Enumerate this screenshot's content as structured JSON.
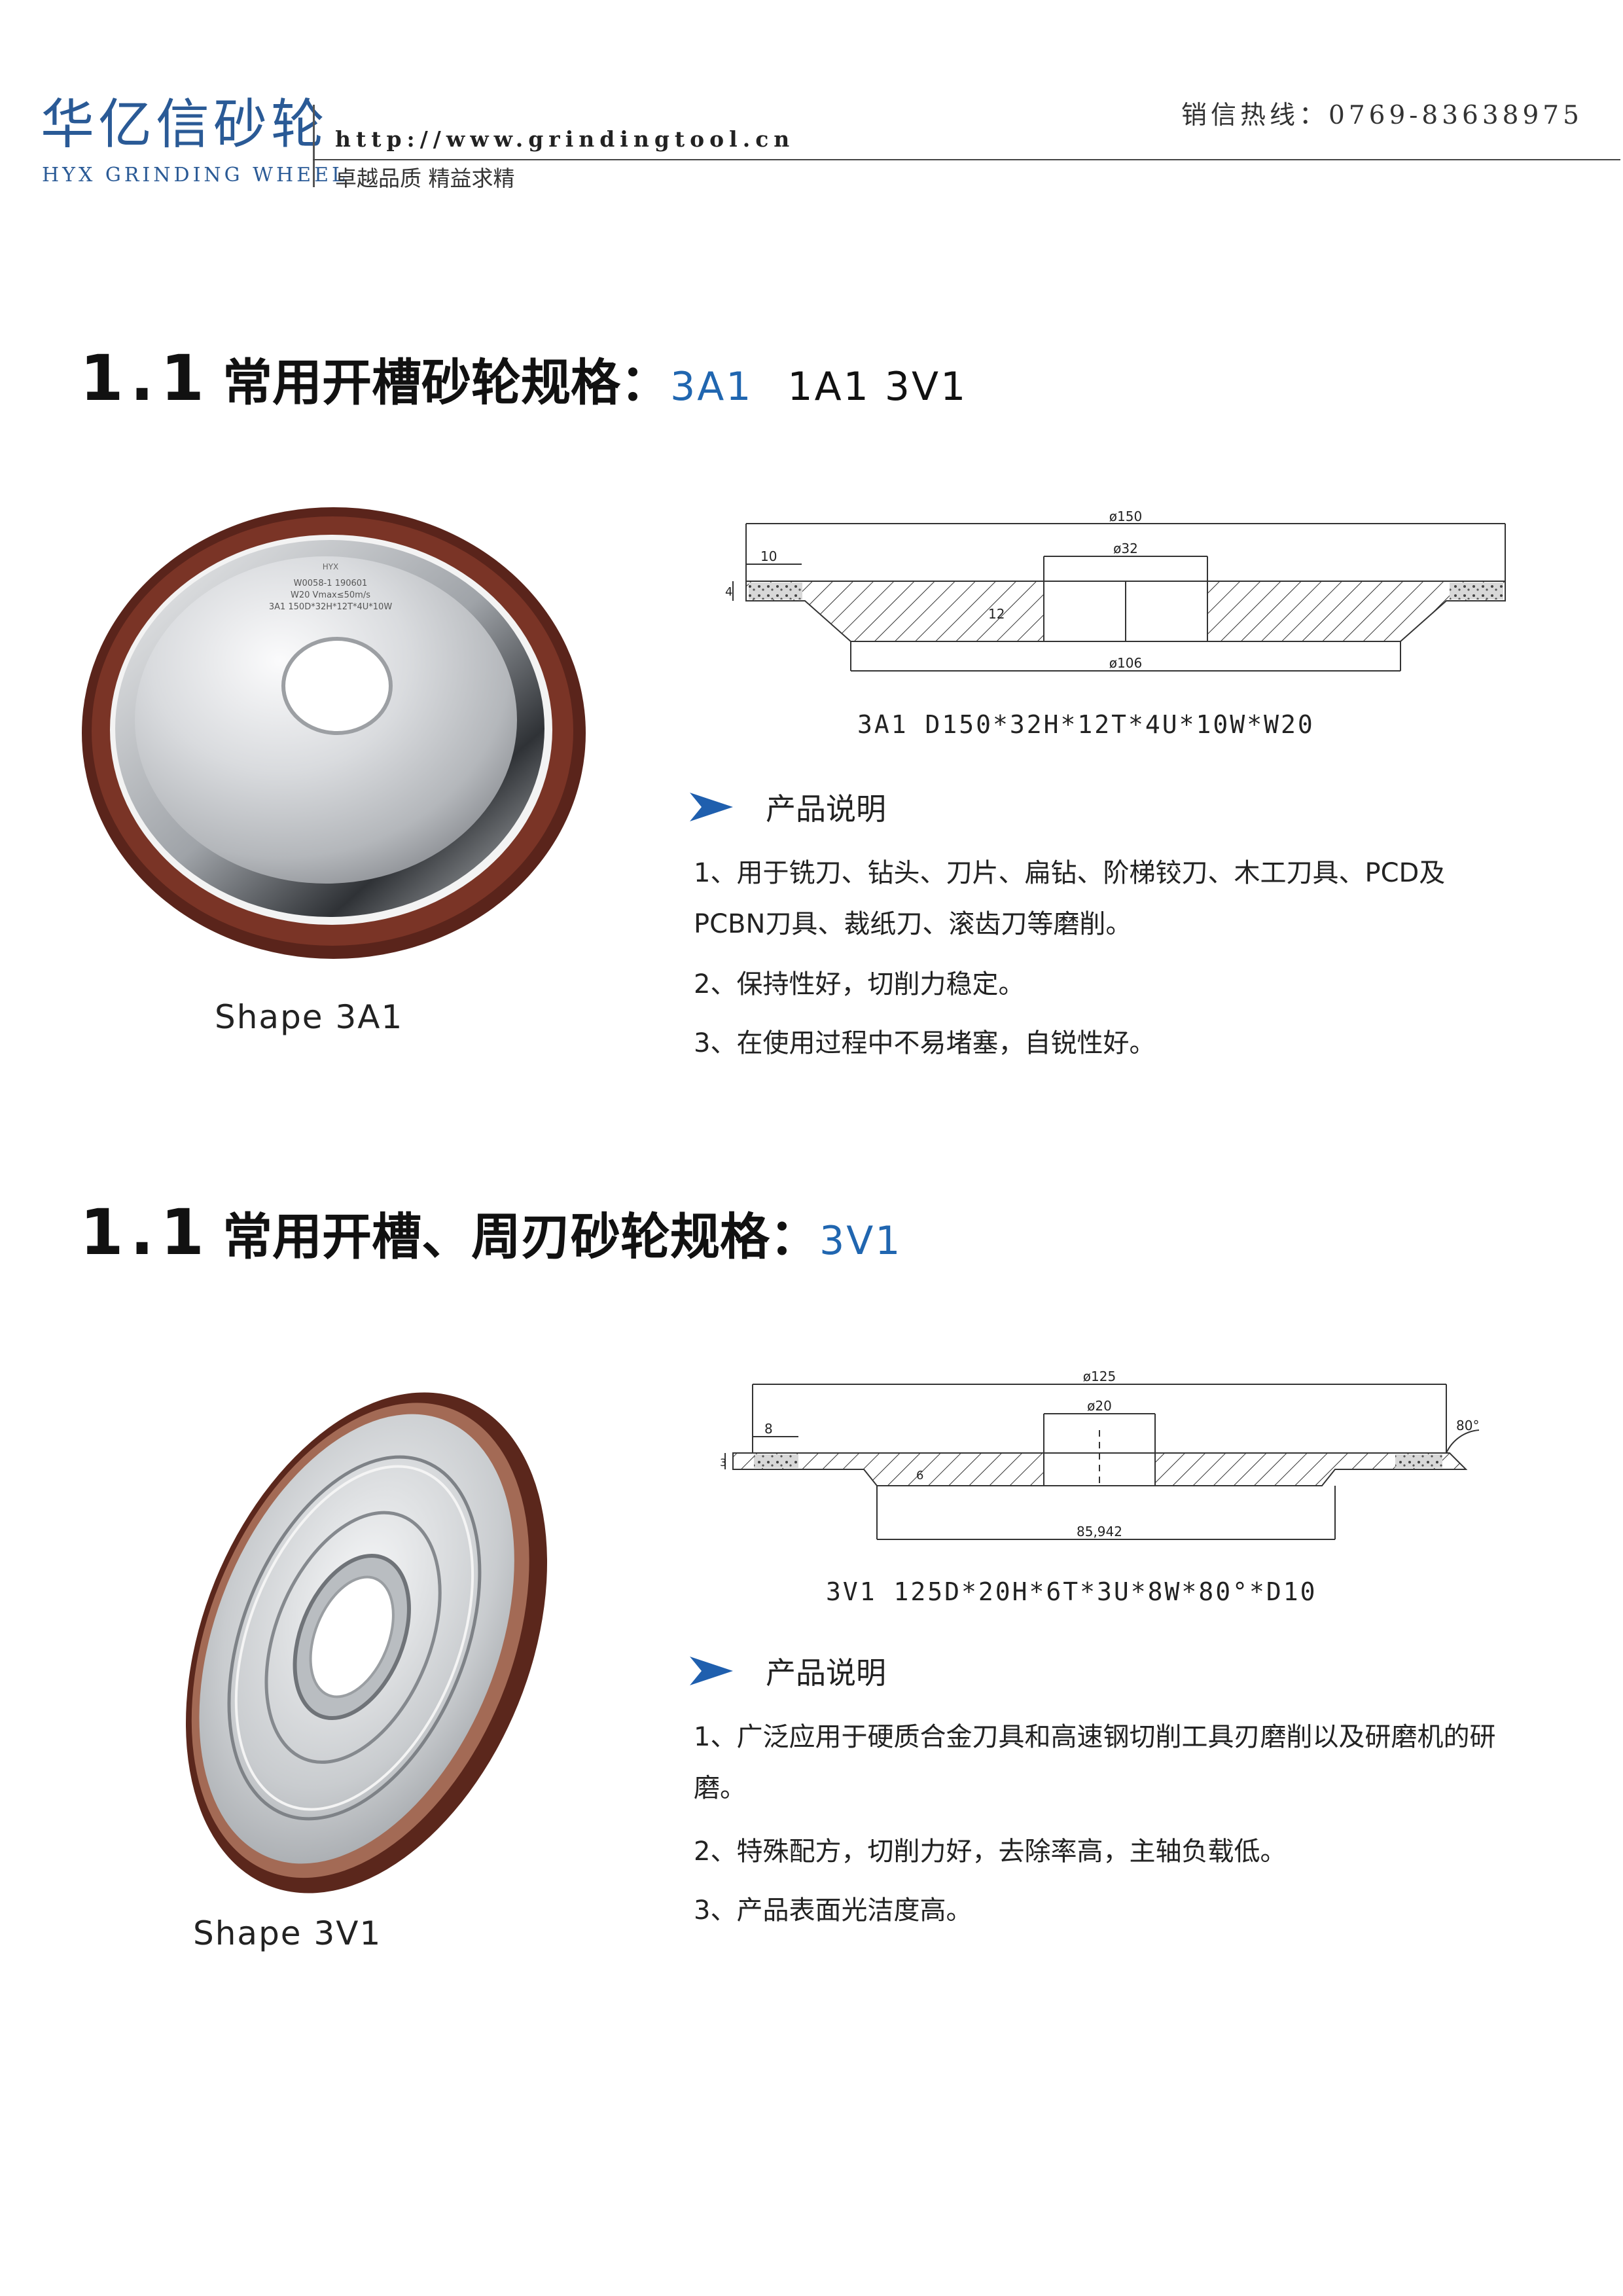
{
  "header": {
    "logo_cn": "华亿信砂轮",
    "logo_en": "HYX GRINDING WHEEL",
    "url": "http://www.grindingtool.cn",
    "slogan": "卓越品质 精益求精",
    "phone": "销信热线：0769-83638975"
  },
  "colors": {
    "brand": "#2a5a96",
    "highlight": "#2066b0",
    "resin": "#6e2e22",
    "steel": "#d8dadc"
  },
  "section1": {
    "num": "1.1",
    "title": "常用开槽砂轮规格：",
    "highlight": "3A1",
    "rest": "1A1  3V1",
    "image_icon": "grinding-wheel-3a1-photo",
    "wheel_label": [
      "HYX",
      "W0058-1  190601",
      "W20  Vmax≤50m/s",
      "3A1  150D*32H*12T*4U*10W"
    ],
    "caption": "Shape 3A1",
    "drawing": {
      "d_outer": "ø150",
      "d_bore": "ø32",
      "d_bottom": "ø106",
      "w": "10",
      "u": "4",
      "t": "12"
    },
    "spec": "3A1 D150*32H*12T*4U*10W*W20",
    "desc_title": "产品说明",
    "items": [
      "1、用于铣刀、钻头、刀片、扁钻、阶梯铰刀、木工刀具、PCD及PCBN刀具、裁纸刀、滚齿刀等磨削。",
      "2、保持性好，切削力稳定。",
      "3、在使用过程中不易堵塞，自锐性好。"
    ]
  },
  "section2": {
    "num": "1.1",
    "title": "常用开槽、周刃砂轮规格：",
    "highlight": "3V1",
    "image_icon": "grinding-wheel-3v1-photo",
    "caption": "Shape 3V1",
    "drawing": {
      "d_outer": "ø125",
      "d_bore": "ø20",
      "d_bottom": "85,942",
      "w": "8",
      "u": "3",
      "t": "6",
      "angle": "80°"
    },
    "spec": "3V1 125D*20H*6T*3U*8W*80°*D10",
    "desc_title": "产品说明",
    "items": [
      "1、广泛应用于硬质合金刀具和高速钢切削工具刃磨削以及研磨机的研磨。",
      "2、特殊配方，切削力好，去除率高，主轴负载低。",
      "3、产品表面光洁度高。"
    ]
  }
}
